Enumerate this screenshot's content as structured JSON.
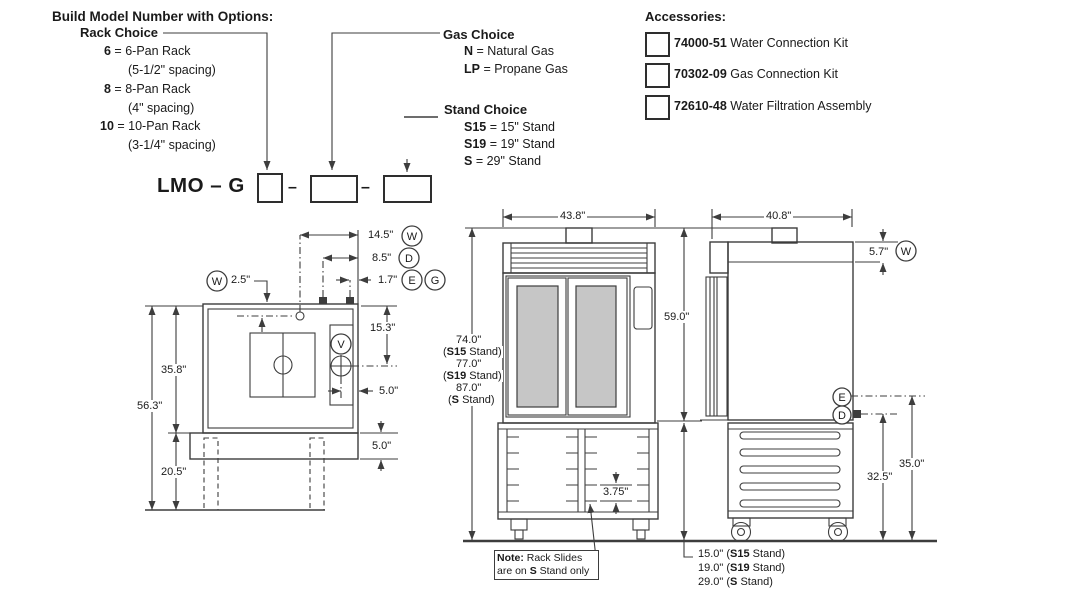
{
  "build": {
    "title": "Build Model Number with Options:",
    "rack_label": "Rack Choice",
    "rack_options": [
      {
        "code": "6",
        "rest": " = 6-Pan Rack",
        "spacing": "(5-1/2\" spacing)"
      },
      {
        "code": "8",
        "rest": " = 8-Pan Rack",
        "spacing": "(4\" spacing)"
      },
      {
        "code": "10",
        "rest": " = 10-Pan Rack",
        "spacing": "(3-1/4\" spacing)"
      }
    ],
    "gas_label": "Gas Choice",
    "gas_options": [
      {
        "code": "N",
        "rest": " = Natural Gas"
      },
      {
        "code": "LP",
        "rest": " = Propane Gas"
      }
    ],
    "stand_label": "Stand Choice",
    "stand_options": [
      {
        "code": "S15",
        "rest": " = 15\" Stand"
      },
      {
        "code": "S19",
        "rest": " = 19\" Stand"
      },
      {
        "code": "S",
        "rest": " = 29\" Stand"
      }
    ],
    "model_prefix": "LMO – G",
    "separator": "–"
  },
  "accessories": {
    "title": "Accessories:",
    "items": [
      {
        "part": "74000-51",
        "name": " Water Connection Kit"
      },
      {
        "part": "70302-09",
        "name": " Gas Connection Kit"
      },
      {
        "part": "72610-48",
        "name": " Water Filtration Assembly"
      }
    ]
  },
  "letters": {
    "water": "W",
    "drain": "D",
    "electric": "E",
    "gas": "G",
    "vent": "V"
  },
  "top_view": {
    "dim_water_right": "14.5\"",
    "dim_drain_right": "8.5\"",
    "dim_elec_gas_right": "1.7\"",
    "dim_water_top": "2.5\"",
    "dim_vent_top": "15.3\"",
    "dim_vent_right": "5.0\"",
    "dim_body": "35.8\"",
    "dim_total": "56.3\"",
    "dim_base": "20.5\"",
    "dim_panel": "5.0\""
  },
  "front_view": {
    "dim_width": "43.8\"",
    "dim_body_height": "59.0\"",
    "heights": [
      {
        "value": "74.0\"",
        "pre": "(",
        "bold": "S15",
        "post": " Stand)"
      },
      {
        "value": "77.0\"",
        "pre": "(",
        "bold": "S19",
        "post": " Stand)"
      },
      {
        "value": "87.0\"",
        "pre": "(",
        "bold": "S",
        "post": " Stand)"
      }
    ],
    "dim_slide_spacing": "3.75\"",
    "note": {
      "bold1": "Note:",
      "text1": " Rack Slides",
      "text2a": "are on ",
      "bold2": "S",
      "text2b": " Stand only"
    }
  },
  "side_view": {
    "dim_width": "40.8\"",
    "dim_top_band": "5.7\"",
    "dim_stand_caster": "32.5\"",
    "dim_conn_height": "35.0\"",
    "stand_heights": [
      {
        "value": "15.0\" (",
        "bold": "S15",
        "post": " Stand)"
      },
      {
        "value": "19.0\" (",
        "bold": "S19",
        "post": " Stand)"
      },
      {
        "value": "29.0\" (",
        "bold": "S",
        "post": " Stand)"
      }
    ]
  }
}
